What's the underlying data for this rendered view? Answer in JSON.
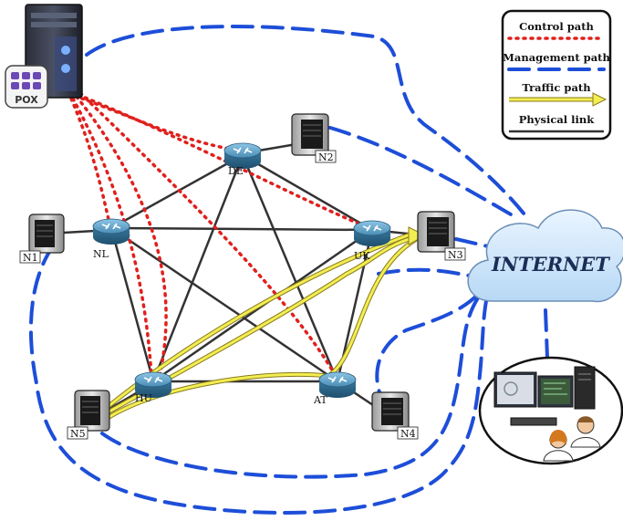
{
  "legend": {
    "control": "Control path",
    "management": "Management path",
    "traffic": "Traffic path",
    "physical": "Physical link"
  },
  "colors": {
    "control": "#e0201d",
    "management": "#1d4ed8",
    "traffic": "#f2ee52",
    "physical": "#333333",
    "router": "#3d7fa3",
    "cloud": "#cfe6fb"
  },
  "controller": {
    "logo": "POX"
  },
  "routers": {
    "de": "DE",
    "nl": "NL",
    "uk": "UK",
    "hu": "HU",
    "at": "AT"
  },
  "hosts": {
    "n1": "N1",
    "n2": "N2",
    "n3": "N3",
    "n4": "N4",
    "n5": "N5"
  },
  "internet": "INTERNET"
}
